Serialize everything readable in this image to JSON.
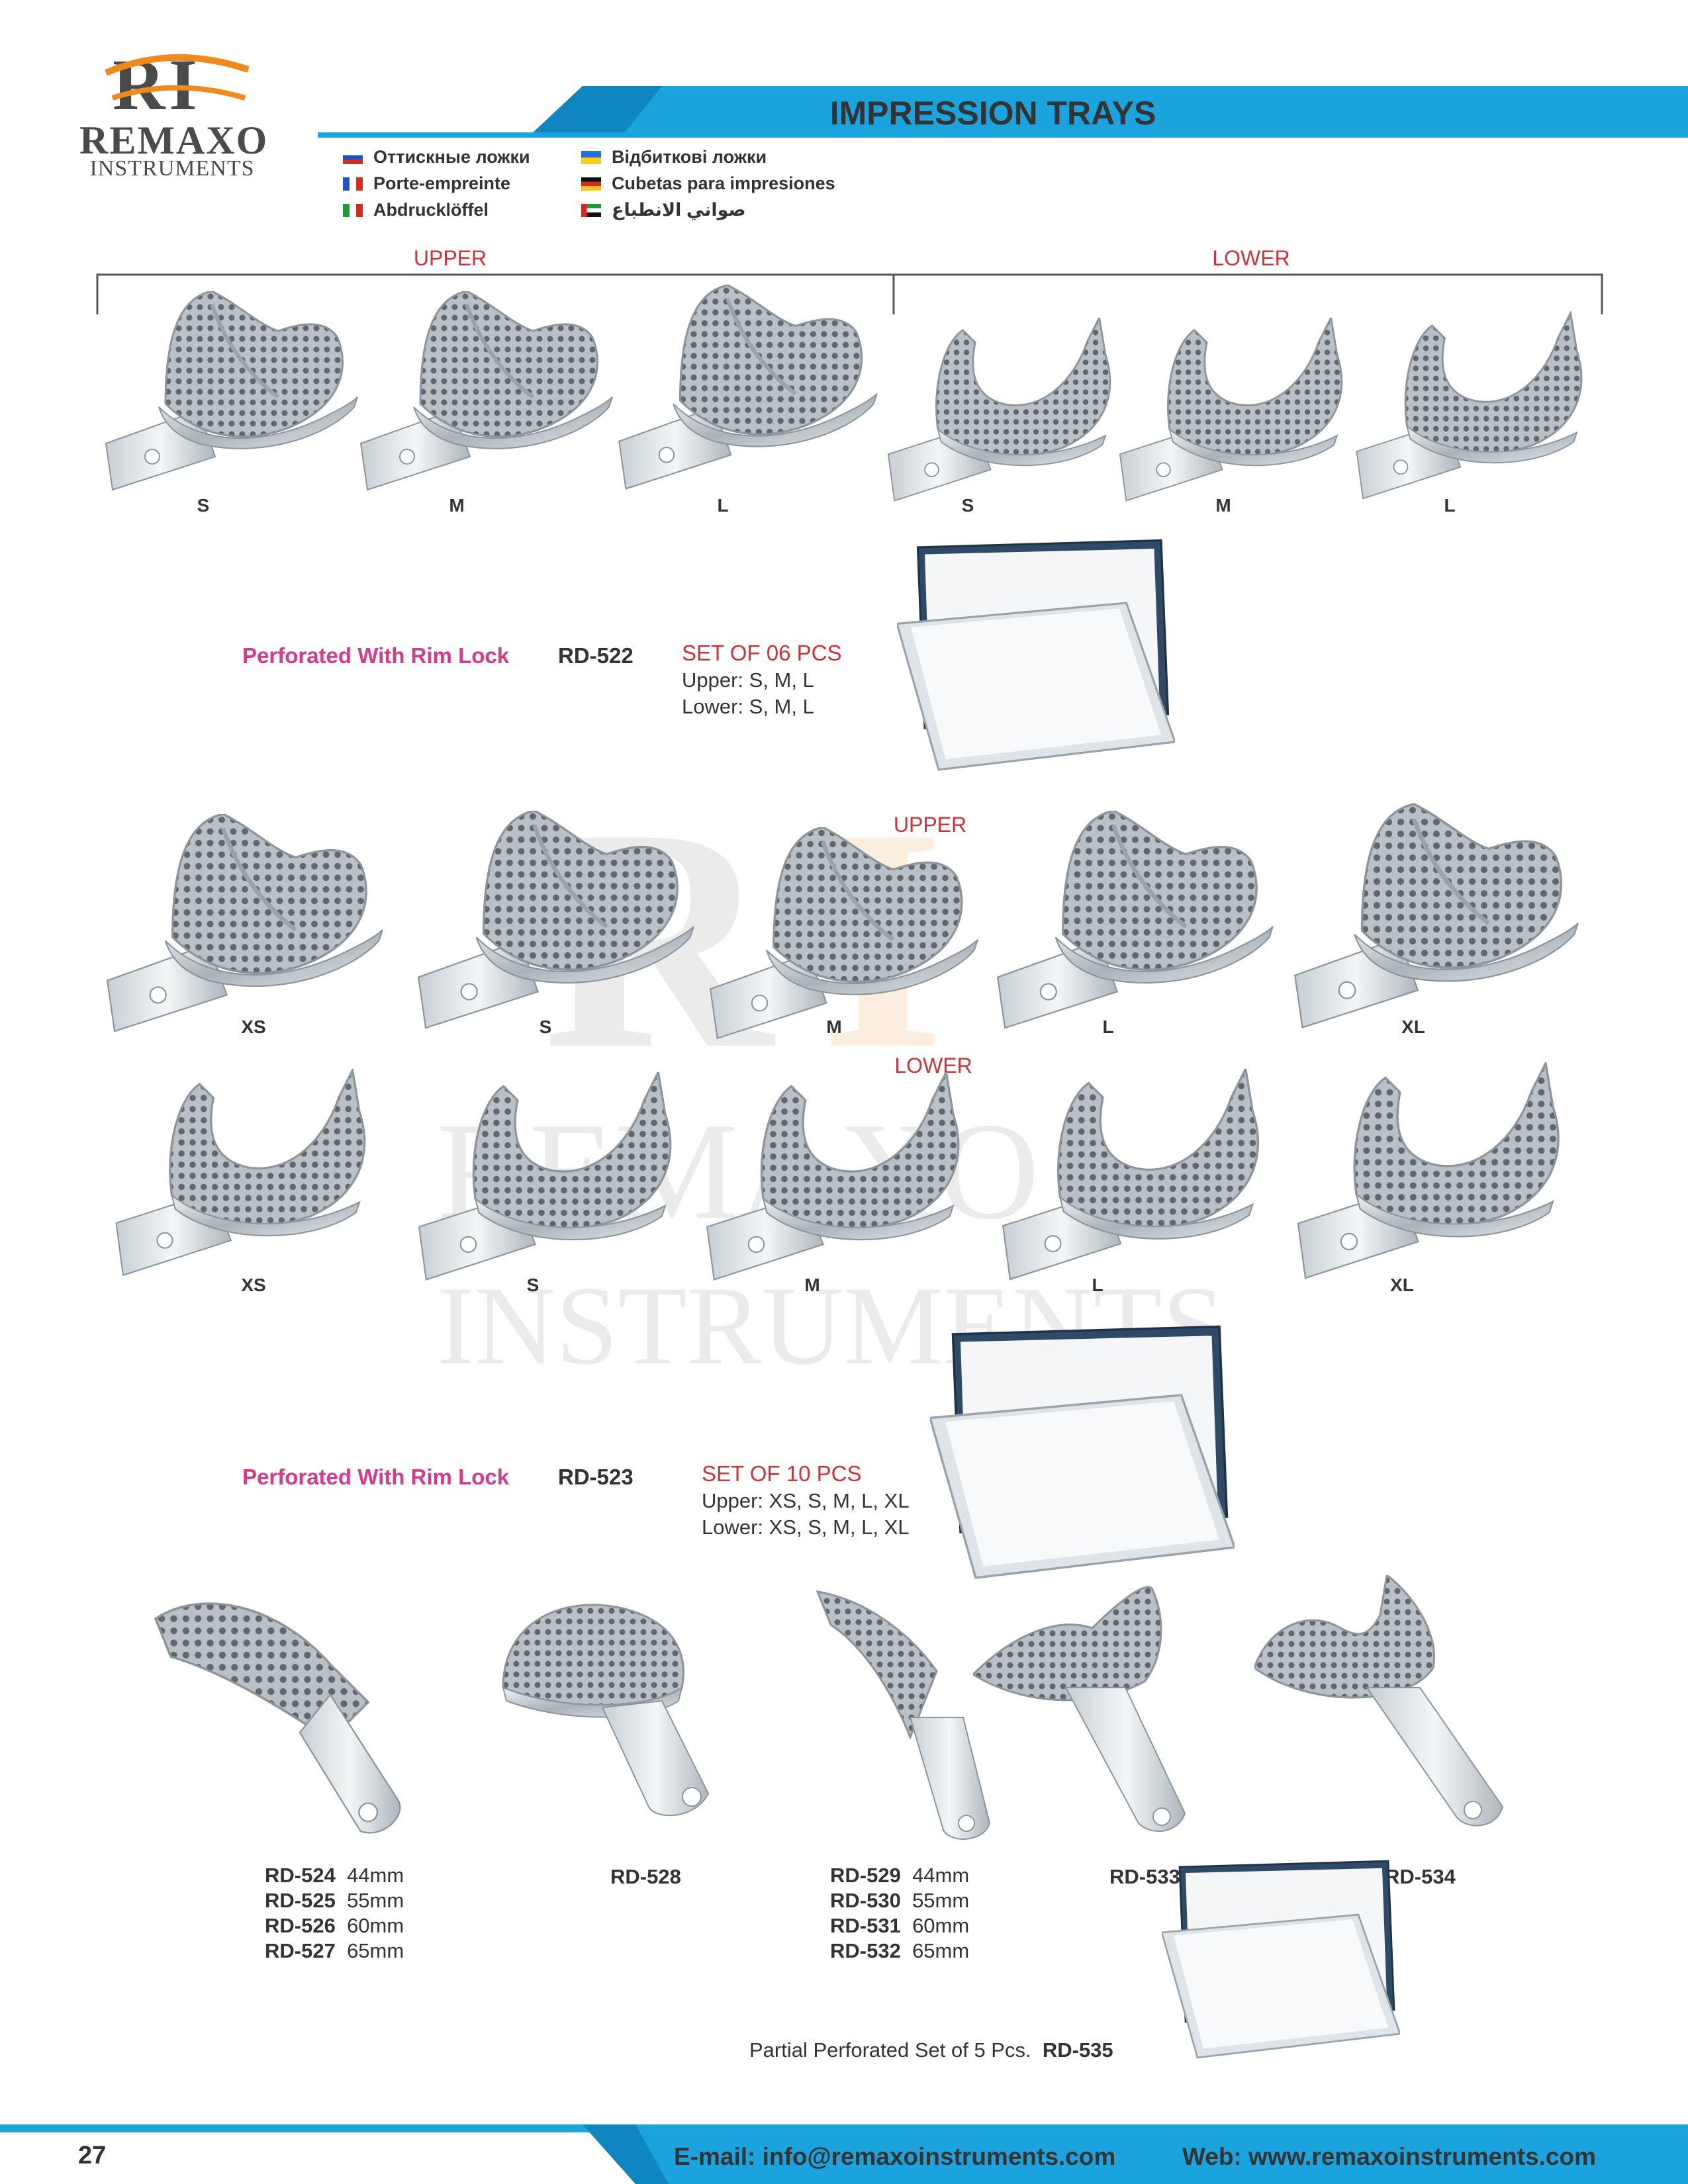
{
  "brand": {
    "monogram": "RI",
    "name": "REMAXO",
    "sub": "INSTRUMENTS",
    "accent": "#f08a1c",
    "blue": "#1aa3dc"
  },
  "title": "IMPRESSION TRAYS",
  "languages": [
    {
      "flag": "russia-flag-icon",
      "text": "Оттискные ложки"
    },
    {
      "flag": "france-flag-icon",
      "text": "Porte-empreinte"
    },
    {
      "flag": "italy-flag-icon",
      "text": "Abdrucklöffel"
    },
    {
      "flag": "ukraine-flag-icon",
      "text": "Відбиткові ложки"
    },
    {
      "flag": "germany-flag-icon",
      "text": "Cubetas para impresiones"
    },
    {
      "flag": "uae-flag-icon",
      "text": "صواني الانطباع"
    }
  ],
  "section1": {
    "upper_label": "UPPER",
    "lower_label": "LOWER",
    "upper_sizes": [
      "S",
      "M",
      "L"
    ],
    "lower_sizes": [
      "S",
      "M",
      "L"
    ],
    "name": "Perforated With Rim Lock",
    "code": "RD-522",
    "set_title": "SET OF 06 PCS",
    "upper_line": "Upper: S, M, L",
    "lower_line": "Lower: S, M, L"
  },
  "section2": {
    "upper_label": "UPPER",
    "lower_label": "LOWER",
    "upper_sizes": [
      "XS",
      "S",
      "M",
      "L",
      "XL"
    ],
    "lower_sizes": [
      "XS",
      "S",
      "M",
      "L",
      "XL"
    ],
    "name": "Perforated With Rim Lock",
    "code": "RD-523",
    "set_title": "SET OF 10 PCS",
    "upper_line": "Upper: XS, S, M, L, XL",
    "lower_line": "Lower: XS, S, M, L, XL"
  },
  "section3": {
    "group1": [
      {
        "code": "RD-524",
        "size": "44mm"
      },
      {
        "code": "RD-525",
        "size": "55mm"
      },
      {
        "code": "RD-526",
        "size": "60mm"
      },
      {
        "code": "RD-527",
        "size": "65mm"
      }
    ],
    "single1": "RD-528",
    "group2": [
      {
        "code": "RD-529",
        "size": "44mm"
      },
      {
        "code": "RD-530",
        "size": "55mm"
      },
      {
        "code": "RD-531",
        "size": "60mm"
      },
      {
        "code": "RD-532",
        "size": "65mm"
      }
    ],
    "single2": "RD-533",
    "single3": "RD-534",
    "partial_text": "Partial Perforated Set of 5 Pcs.",
    "partial_code": "RD-535"
  },
  "footer": {
    "page": "27",
    "email": "E-mail: info@remaxoinstruments.com",
    "web": "Web: www.remaxoinstruments.com"
  }
}
